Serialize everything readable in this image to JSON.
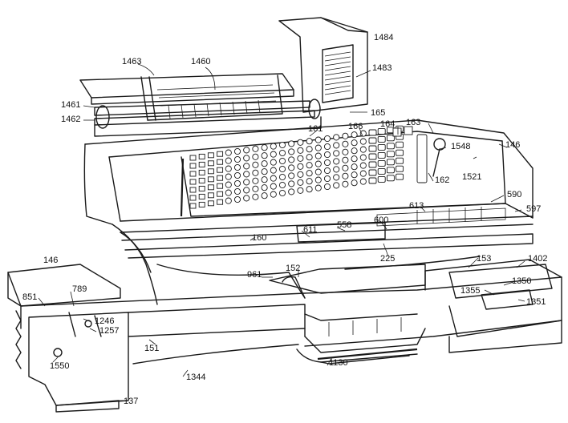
{
  "labels": {
    "l1463": "1463",
    "l1460": "1460",
    "l1484": "1484",
    "l1483": "1483",
    "l1461": "1461",
    "l1462": "1462",
    "l165": "165",
    "l161": "161",
    "l166": "166",
    "l164": "164",
    "l163": "163",
    "l1548": "1548",
    "l146r": "146",
    "l162": "162",
    "l1521": "1521",
    "l590": "590",
    "l597": "597",
    "l613": "613",
    "l600": "600",
    "l611": "611",
    "l558": "558",
    "l160": "160",
    "l225": "225",
    "l146l": "146",
    "l961": "961",
    "l152": "152",
    "l153": "153",
    "l1402": "1402",
    "l1350": "1350",
    "l1355": "1355",
    "l1351": "1351",
    "l851": "851",
    "l789": "789",
    "l1246": "1246",
    "l1257": "1257",
    "l151": "151",
    "l1550": "1550",
    "l1344": "1344",
    "l1130": "1130",
    "l137": "137"
  }
}
